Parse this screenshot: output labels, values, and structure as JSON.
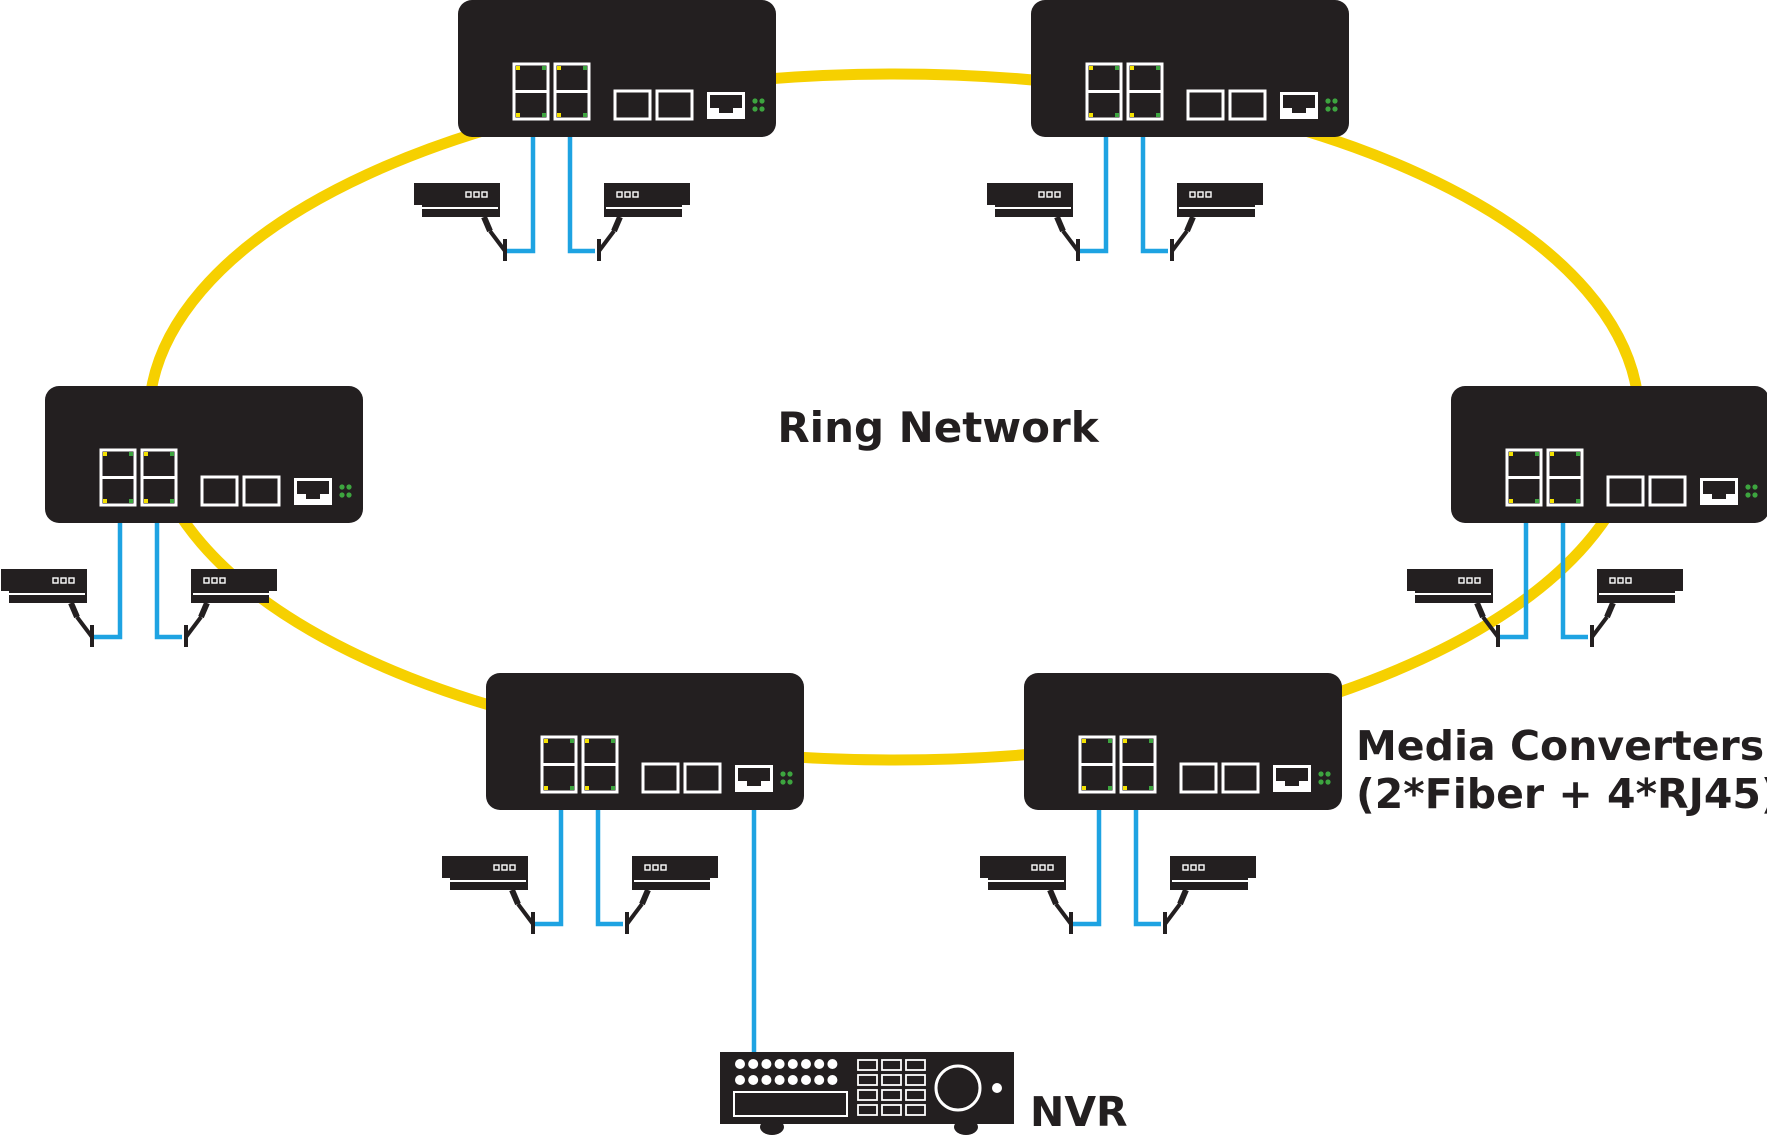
{
  "diagram": {
    "ring_label": "Ring Network",
    "converter_label_line1": "Media Converters",
    "converter_label_line2": "(2*Fiber + 4*RJ45)",
    "nvr_label": "NVR",
    "node_count": 6,
    "cameras_per_node": 2
  },
  "colors": {
    "ring": "#f6d000",
    "cable": "#1ea3e2",
    "device": "#231f20",
    "port": "#ffffff",
    "led_green": "#3da53f",
    "led_yellow": "#f3e100",
    "text": "#231f20"
  }
}
